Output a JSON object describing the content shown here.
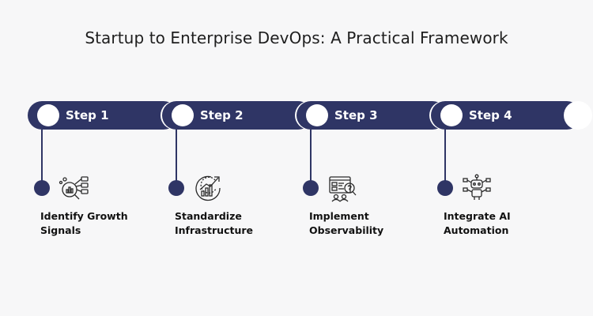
{
  "title": "Startup to Enterprise DevOps: A Practical Framework",
  "colors": {
    "accent": "#2f3565",
    "background": "#f7f7f8"
  },
  "steps": [
    {
      "pill_label": "Step 1",
      "label": "Identify Growth\nSignals",
      "icon": "magnifier-chart-icon"
    },
    {
      "pill_label": "Step 2",
      "label": "Standardize\nInfrastructure",
      "icon": "growth-arrow-icon"
    },
    {
      "pill_label": "Step 3",
      "label": "Implement\nObservability",
      "icon": "dashboard-monitor-icon"
    },
    {
      "pill_label": "Step 4",
      "label": "Integrate AI\nAutomation",
      "icon": "robot-icon"
    }
  ]
}
